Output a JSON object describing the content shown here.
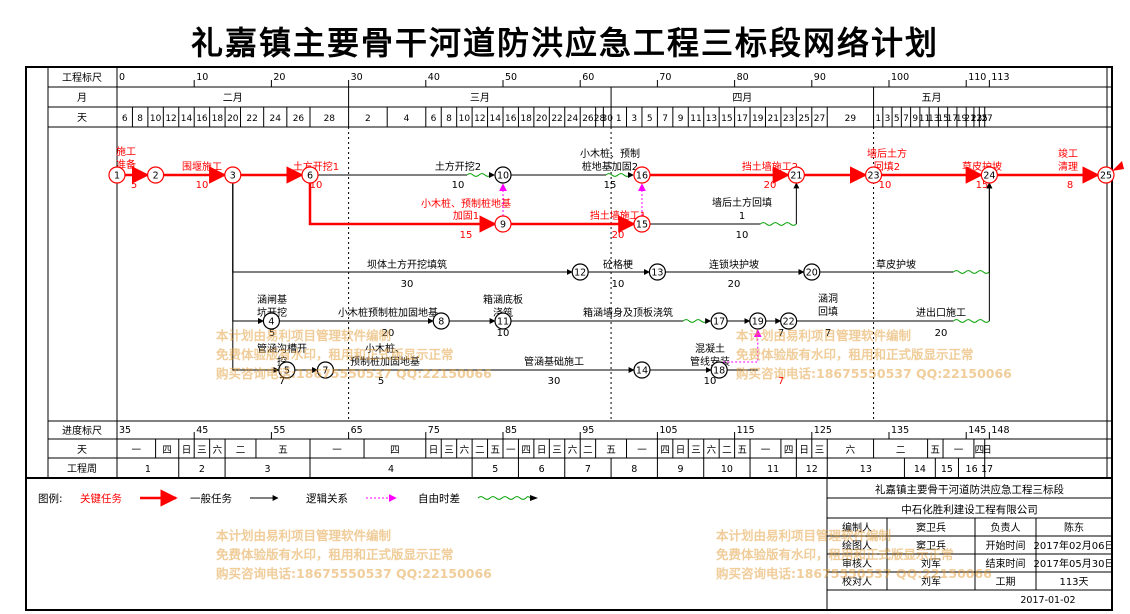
{
  "title": "礼嘉镇主要骨干河道防洪应急工程三标段网络计划",
  "colors": {
    "critical": "#ff0000",
    "normal": "#000000",
    "logic": "#ff00ff",
    "float": "#00a000",
    "watermark": "#e29c36",
    "node_fill": "#ffffff",
    "redflag": "#ff0000"
  },
  "chart_data": {
    "type": "network-schedule",
    "header": {
      "row_labels": {
        "scale": "工程标尺",
        "month": "月",
        "day": "天"
      },
      "scale_ticks": [
        0,
        10,
        20,
        30,
        40,
        50,
        60,
        70,
        80,
        90,
        100,
        110,
        113
      ],
      "months": [
        {
          "label": "二月",
          "start": 0,
          "end": 30
        },
        {
          "label": "三月",
          "start": 30,
          "end": 64
        },
        {
          "label": "四月",
          "start": 64,
          "end": 98
        },
        {
          "label": "五月",
          "start": 98,
          "end": 113
        }
      ],
      "days": [
        {
          "label": "6",
          "start": 0,
          "end": 2
        },
        {
          "label": "8",
          "start": 2,
          "end": 4
        },
        {
          "label": "10",
          "start": 4,
          "end": 6
        },
        {
          "label": "12",
          "start": 6,
          "end": 8
        },
        {
          "label": "14",
          "start": 8,
          "end": 10
        },
        {
          "label": "16",
          "start": 10,
          "end": 12
        },
        {
          "label": "18",
          "start": 12,
          "end": 14
        },
        {
          "label": "20",
          "start": 14,
          "end": 16
        },
        {
          "label": "22",
          "start": 16,
          "end": 19
        },
        {
          "label": "24",
          "start": 19,
          "end": 22
        },
        {
          "label": "26",
          "start": 22,
          "end": 25
        },
        {
          "label": "28",
          "start": 25,
          "end": 30
        },
        {
          "label": "2",
          "start": 30,
          "end": 35
        },
        {
          "label": "4",
          "start": 35,
          "end": 40
        },
        {
          "label": "6",
          "start": 40,
          "end": 42
        },
        {
          "label": "8",
          "start": 42,
          "end": 44
        },
        {
          "label": "10",
          "start": 44,
          "end": 46
        },
        {
          "label": "12",
          "start": 46,
          "end": 48
        },
        {
          "label": "14",
          "start": 48,
          "end": 50
        },
        {
          "label": "16",
          "start": 50,
          "end": 52
        },
        {
          "label": "18",
          "start": 52,
          "end": 54
        },
        {
          "label": "20",
          "start": 54,
          "end": 56
        },
        {
          "label": "22",
          "start": 56,
          "end": 58
        },
        {
          "label": "24",
          "start": 58,
          "end": 60
        },
        {
          "label": "26",
          "start": 60,
          "end": 62
        },
        {
          "label": "28",
          "start": 62,
          "end": 63
        },
        {
          "label": "30",
          "start": 63,
          "end": 64
        },
        {
          "label": "1",
          "start": 64,
          "end": 66
        },
        {
          "label": "3",
          "start": 66,
          "end": 68
        },
        {
          "label": "5",
          "start": 68,
          "end": 70
        },
        {
          "label": "7",
          "start": 70,
          "end": 72
        },
        {
          "label": "9",
          "start": 72,
          "end": 74
        },
        {
          "label": "11",
          "start": 74,
          "end": 76
        },
        {
          "label": "13",
          "start": 76,
          "end": 78
        },
        {
          "label": "15",
          "start": 78,
          "end": 80
        },
        {
          "label": "17",
          "start": 80,
          "end": 82
        },
        {
          "label": "19",
          "start": 82,
          "end": 84
        },
        {
          "label": "21",
          "start": 84,
          "end": 86
        },
        {
          "label": "23",
          "start": 86,
          "end": 88
        },
        {
          "label": "25",
          "start": 88,
          "end": 90
        },
        {
          "label": "27",
          "start": 90,
          "end": 92
        },
        {
          "label": "29",
          "start": 92,
          "end": 98
        },
        {
          "label": "1",
          "start": 98,
          "end": 99.2
        },
        {
          "label": "3",
          "start": 99.2,
          "end": 100.4
        },
        {
          "label": "5",
          "start": 100.4,
          "end": 101.6
        },
        {
          "label": "7",
          "start": 101.6,
          "end": 102.8
        },
        {
          "label": "9",
          "start": 102.8,
          "end": 104
        },
        {
          "label": "11",
          "start": 104,
          "end": 105.2
        },
        {
          "label": "13",
          "start": 105.2,
          "end": 106.4
        },
        {
          "label": "15",
          "start": 106.4,
          "end": 107.6
        },
        {
          "label": "17",
          "start": 107.6,
          "end": 108.8
        },
        {
          "label": "19",
          "start": 108.8,
          "end": 110
        },
        {
          "label": "21",
          "start": 110,
          "end": 111
        },
        {
          "label": "23",
          "start": 111,
          "end": 111.7
        },
        {
          "label": "25",
          "start": 111.7,
          "end": 112.4
        },
        {
          "label": "27",
          "start": 112.4,
          "end": 113
        }
      ],
      "month_dividers": [
        30,
        64,
        98
      ]
    },
    "nodes": [
      {
        "id": "1",
        "t": 0,
        "row": 0
      },
      {
        "id": "2",
        "t": 5,
        "row": 0
      },
      {
        "id": "3",
        "t": 15,
        "row": 0
      },
      {
        "id": "6",
        "t": 25,
        "row": 0
      },
      {
        "id": "10",
        "t": 50,
        "row": 0
      },
      {
        "id": "16",
        "t": 68,
        "row": 0
      },
      {
        "id": "21",
        "t": 88,
        "row": 0
      },
      {
        "id": "23",
        "t": 98,
        "row": 0
      },
      {
        "id": "24",
        "t": 113,
        "row": 0
      },
      {
        "id": "25",
        "t": 121,
        "row": 0
      },
      {
        "id": "9",
        "t": 50,
        "row": 1
      },
      {
        "id": "15",
        "t": 68,
        "row": 1
      },
      {
        "id": "12",
        "t": 60,
        "row": 2
      },
      {
        "id": "13",
        "t": 70,
        "row": 2
      },
      {
        "id": "20",
        "t": 90,
        "row": 2
      },
      {
        "id": "4",
        "t": 20,
        "row": 3
      },
      {
        "id": "8",
        "t": 42,
        "row": 3
      },
      {
        "id": "11",
        "t": 50,
        "row": 3
      },
      {
        "id": "17",
        "t": 78,
        "row": 3
      },
      {
        "id": "19",
        "t": 83,
        "row": 3
      },
      {
        "id": "22",
        "t": 87,
        "row": 3
      },
      {
        "id": "5",
        "t": 22,
        "row": 4
      },
      {
        "id": "7",
        "t": 27,
        "row": 4
      },
      {
        "id": "14",
        "t": 68,
        "row": 4
      },
      {
        "id": "18",
        "t": 78,
        "row": 4
      }
    ],
    "activities": [
      {
        "from": "1",
        "to": "2",
        "name": "施工准备",
        "duration": "5",
        "kind": "critical"
      },
      {
        "from": "2",
        "to": "3",
        "name": "围堰施工",
        "duration": "10",
        "kind": "critical"
      },
      {
        "from": "3",
        "to": "6",
        "name": "土方开挖1",
        "duration": "10",
        "kind": "critical"
      },
      {
        "from": "6",
        "to": "10",
        "name": "土方开挖2",
        "duration": "10",
        "kind": "normal",
        "float_to": 50
      },
      {
        "from": "10",
        "to": "16",
        "name": "小木桩、预制桩地基加固2",
        "duration": "15",
        "kind": "normal",
        "float_to": 68
      },
      {
        "from": "16",
        "to": "21",
        "name": "挡土墙施工2",
        "duration": "20",
        "kind": "critical"
      },
      {
        "from": "21",
        "to": "23",
        "name": "墙后土方回填2",
        "duration": "10",
        "kind": "critical"
      },
      {
        "from": "23",
        "to": "24",
        "name": "草皮护坡",
        "duration": "15",
        "kind": "critical"
      },
      {
        "from": "24",
        "to": "25",
        "name": "竣工清理",
        "duration": "8",
        "kind": "critical"
      },
      {
        "from": "6",
        "to": "9",
        "name": "小木桩、预制桩地基加固1",
        "duration": "15",
        "kind": "critical",
        "path": "6-9"
      },
      {
        "from": "9",
        "to": "15",
        "name": "挡土墙施工1",
        "duration": "20",
        "kind": "critical"
      },
      {
        "from": "15",
        "to": "21",
        "name": "墙后土方回填1",
        "duration": "10",
        "kind": "normal",
        "float_to": 88,
        "path": "15-21"
      },
      {
        "from": "3",
        "to": "12",
        "name": "坝体土方开挖填筑",
        "duration": "30",
        "kind": "normal",
        "path": "3-12"
      },
      {
        "from": "12",
        "to": "13",
        "name": "砼格梗",
        "duration": "10",
        "kind": "normal"
      },
      {
        "from": "13",
        "to": "20",
        "name": "连锁块护坡",
        "duration": "20",
        "kind": "normal"
      },
      {
        "from": "20",
        "to": "24",
        "name": "草皮护坡",
        "duration": "",
        "kind": "normal",
        "float_to": 113,
        "path": "20-24"
      },
      {
        "from": "3",
        "to": "4",
        "name": "涵闸基坑开挖",
        "duration": "5",
        "kind": "normal",
        "path": "3-4"
      },
      {
        "from": "4",
        "to": "8",
        "name": "小木桩预制桩加固地基",
        "duration": "20",
        "kind": "normal"
      },
      {
        "from": "8",
        "to": "11",
        "name": "箱涵底板浇筑",
        "duration": "10",
        "kind": "normal"
      },
      {
        "from": "11",
        "to": "17",
        "name": "箱涵墙身及顶板浇筑",
        "duration": "",
        "kind": "normal",
        "float_to": 78
      },
      {
        "from": "17",
        "to": "19",
        "name": "",
        "duration": "7",
        "kind": "normal"
      },
      {
        "from": "19",
        "to": "22",
        "name": "涵洞回填",
        "duration": "7",
        "kind": "normal"
      },
      {
        "from": "22",
        "to": "24",
        "name": "进出口施工",
        "duration": "20",
        "kind": "normal",
        "float_to": 113,
        "path": "22-24"
      },
      {
        "from": "3",
        "to": "5",
        "name": "管涵沟槽开挖",
        "duration": "7",
        "kind": "normal",
        "path": "3-5"
      },
      {
        "from": "5",
        "to": "7",
        "name": "小木桩、预制桩加固地基",
        "duration": "5",
        "kind": "normal"
      },
      {
        "from": "7",
        "to": "14",
        "name": "管涵基础施工",
        "duration": "30",
        "kind": "normal"
      },
      {
        "from": "14",
        "to": "18",
        "name": "混凝土管线安装",
        "duration": "10",
        "kind": "normal"
      },
      {
        "from": "18",
        "to": "19",
        "name": "",
        "duration": "7",
        "kind": "normal",
        "path": "18-19"
      }
    ],
    "logic_links": [
      {
        "from": "9",
        "to": "10"
      },
      {
        "from": "15",
        "to": "16"
      },
      {
        "from": "18",
        "to": "19"
      }
    ],
    "footer": {
      "row_labels": {
        "progress": "进度标尺",
        "weekday": "天",
        "week": "工程周"
      },
      "progress_ticks": [
        {
          "label": "35",
          "t": 0
        },
        {
          "label": "45",
          "t": 10
        },
        {
          "label": "55",
          "t": 20
        },
        {
          "label": "65",
          "t": 30
        },
        {
          "label": "75",
          "t": 40
        },
        {
          "label": "85",
          "t": 50
        },
        {
          "label": "95",
          "t": 60
        },
        {
          "label": "105",
          "t": 70
        },
        {
          "label": "115",
          "t": 80
        },
        {
          "label": "125",
          "t": 90
        },
        {
          "label": "135",
          "t": 100
        },
        {
          "label": "145",
          "t": 110
        },
        {
          "label": "148",
          "t": 113
        }
      ],
      "weekdays": [
        {
          "label": "一",
          "start": 0,
          "end": 5
        },
        {
          "label": "四",
          "start": 5,
          "end": 8
        },
        {
          "label": "日",
          "start": 8,
          "end": 10
        },
        {
          "label": "三",
          "start": 10,
          "end": 12
        },
        {
          "label": "六",
          "start": 12,
          "end": 14
        },
        {
          "label": "二",
          "start": 14,
          "end": 18
        },
        {
          "label": "五",
          "start": 18,
          "end": 25
        },
        {
          "label": "一",
          "start": 25,
          "end": 32
        },
        {
          "label": "四",
          "start": 32,
          "end": 40
        },
        {
          "label": "日",
          "start": 40,
          "end": 42
        },
        {
          "label": "三",
          "start": 42,
          "end": 44
        },
        {
          "label": "六",
          "start": 44,
          "end": 46
        },
        {
          "label": "二",
          "start": 46,
          "end": 48
        },
        {
          "label": "五",
          "start": 48,
          "end": 50
        },
        {
          "label": "一",
          "start": 50,
          "end": 52
        },
        {
          "label": "四",
          "start": 52,
          "end": 54
        },
        {
          "label": "日",
          "start": 54,
          "end": 56
        },
        {
          "label": "三",
          "start": 56,
          "end": 58
        },
        {
          "label": "六",
          "start": 58,
          "end": 60
        },
        {
          "label": "二",
          "start": 60,
          "end": 62
        },
        {
          "label": "五",
          "start": 62,
          "end": 66
        },
        {
          "label": "一",
          "start": 66,
          "end": 70
        },
        {
          "label": "四",
          "start": 70,
          "end": 72
        },
        {
          "label": "日",
          "start": 72,
          "end": 74
        },
        {
          "label": "三",
          "start": 74,
          "end": 76
        },
        {
          "label": "六",
          "start": 76,
          "end": 78
        },
        {
          "label": "二",
          "start": 78,
          "end": 80
        },
        {
          "label": "五",
          "start": 80,
          "end": 82
        },
        {
          "label": "一",
          "start": 82,
          "end": 86
        },
        {
          "label": "四",
          "start": 86,
          "end": 88
        },
        {
          "label": "日",
          "start": 88,
          "end": 90
        },
        {
          "label": "三",
          "start": 90,
          "end": 92
        },
        {
          "label": "六",
          "start": 92,
          "end": 98
        },
        {
          "label": "二",
          "start": 98,
          "end": 105
        },
        {
          "label": "五",
          "start": 105,
          "end": 107
        },
        {
          "label": "一",
          "start": 107,
          "end": 111
        },
        {
          "label": "四",
          "start": 111,
          "end": 112.4
        },
        {
          "label": "日",
          "start": 112.4,
          "end": 113
        }
      ],
      "weeks": [
        {
          "label": "1",
          "start": 0,
          "end": 8
        },
        {
          "label": "2",
          "start": 8,
          "end": 14
        },
        {
          "label": "3",
          "start": 14,
          "end": 25
        },
        {
          "label": "4",
          "start": 25,
          "end": 46
        },
        {
          "label": "5",
          "start": 46,
          "end": 52
        },
        {
          "label": "6",
          "start": 52,
          "end": 58
        },
        {
          "label": "7",
          "start": 58,
          "end": 64
        },
        {
          "label": "8",
          "start": 64,
          "end": 70
        },
        {
          "label": "9",
          "start": 70,
          "end": 76
        },
        {
          "label": "10",
          "start": 76,
          "end": 82
        },
        {
          "label": "11",
          "start": 82,
          "end": 88
        },
        {
          "label": "12",
          "start": 88,
          "end": 92
        },
        {
          "label": "13",
          "start": 92,
          "end": 102
        },
        {
          "label": "14",
          "start": 102,
          "end": 106
        },
        {
          "label": "15",
          "start": 106,
          "end": 109
        },
        {
          "label": "16",
          "start": 109,
          "end": 112.4
        },
        {
          "label": "17",
          "start": 112.4,
          "end": 113
        }
      ]
    }
  },
  "legend": {
    "label": "图例:",
    "items": [
      {
        "text": "关键任务",
        "style": "critical"
      },
      {
        "text": "一般任务",
        "style": "normal"
      },
      {
        "text": "逻辑关系",
        "style": "logic"
      },
      {
        "text": "自由时差",
        "style": "float"
      }
    ]
  },
  "title_block": {
    "project": "礼嘉镇主要骨干河道防洪应急工程三标段",
    "company": "中石化胜利建设工程有限公司",
    "rows": [
      [
        "编制人",
        "窦卫兵",
        "负责人",
        "陈东"
      ],
      [
        "绘图人",
        "窦卫兵",
        "开始时间",
        "2017年02月06日"
      ],
      [
        "审核人",
        "刘军",
        "结束时间",
        "2017年05月30日"
      ],
      [
        "校对人",
        "刘军",
        "工期",
        "113天"
      ]
    ],
    "date": "2017-01-02"
  },
  "watermark": {
    "lines": [
      "本计划由易利项目管理软件编制",
      "免费体验版有水印，租用和正式版显示正常",
      "购买咨询电话:18675550537 QQ:22150066"
    ]
  }
}
